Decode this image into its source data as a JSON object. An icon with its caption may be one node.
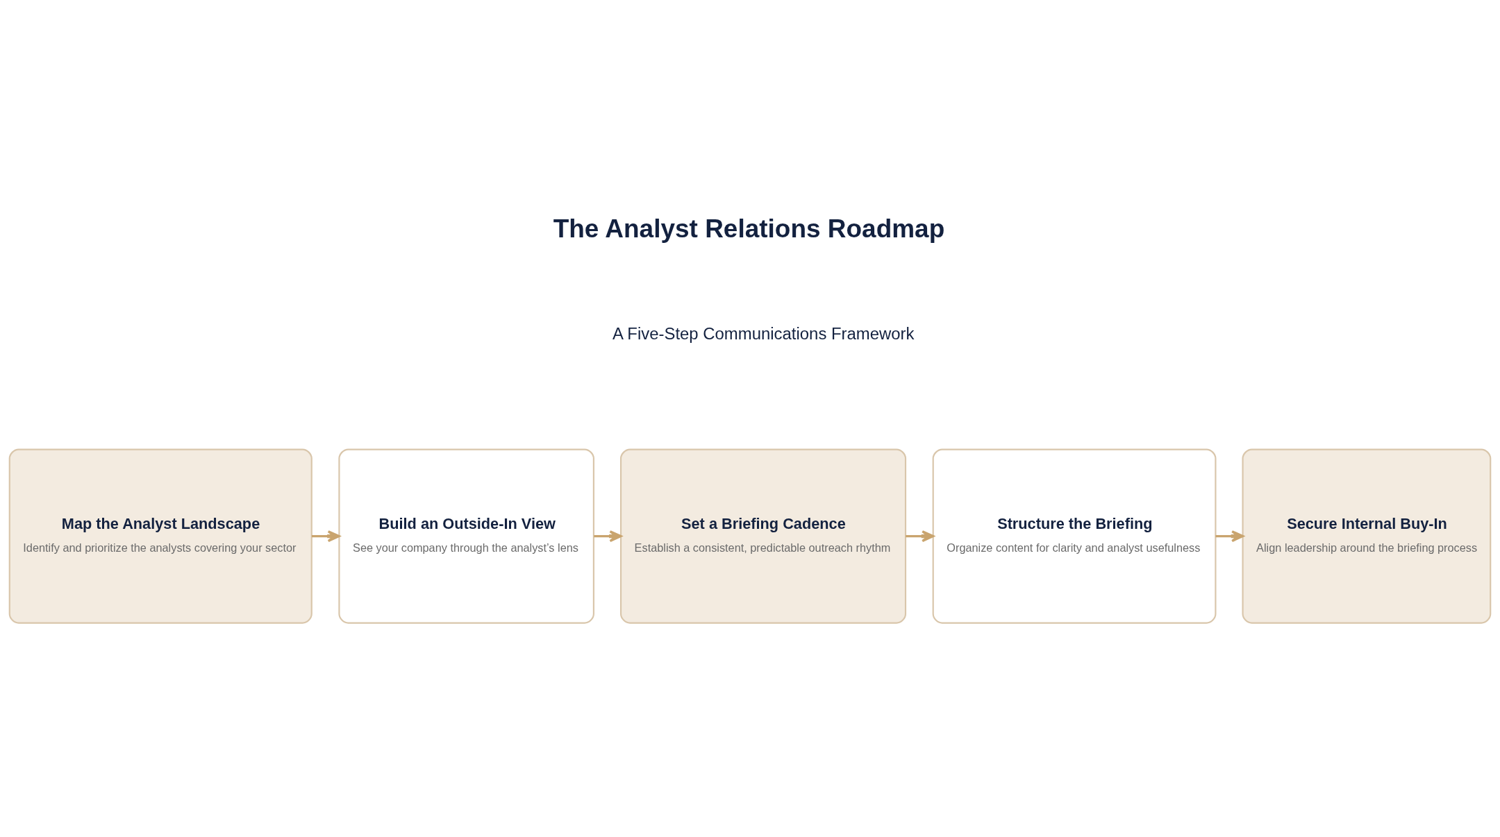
{
  "diagram": {
    "title": "The Analyst Relations Roadmap",
    "nodes": [
      {
        "text": [
          "Map the Analyst Landscape",
          "Identify and prioritize the analysts covering your sector"
        ]
      },
      {
        "text": [
          "Build an Outside-In View",
          "See your company through the analyst’s lens"
        ]
      },
      {
        "text": [
          "Set a Briefing Cadence",
          "Establish a consistent, predictable outreach rhythm"
        ]
      },
      {
        "text": [
          "Structure the Briefing",
          "Organize content for clarity and analyst usefulness"
        ]
      },
      {
        "text": [
          "Secure Internal Buy-In",
          "Align leadership around the briefing process"
        ]
      }
    ],
    "edges": [
      {
        "from": 0,
        "to": 1,
        "arrow": "to"
      },
      {
        "from": 1,
        "to": 2,
        "arrow": "to"
      },
      {
        "from": 2,
        "to": 3,
        "arrow": "to"
      },
      {
        "from": 3,
        "to": 4,
        "arrow": "to"
      }
    ],
    "labels": [
      "A Five-Step Communications Framework"
    ]
  }
}
